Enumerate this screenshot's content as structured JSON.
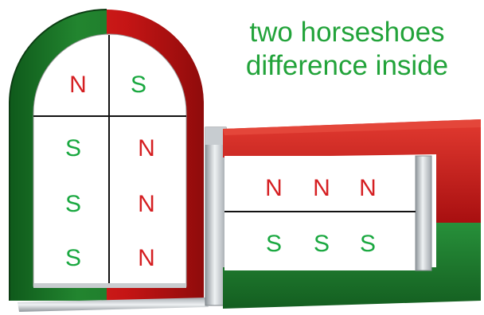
{
  "caption": {
    "line1": "two horseshoes",
    "line2": "difference inside"
  },
  "colors": {
    "north": "#d51f22",
    "south": "#1aa840",
    "magnet_red": "#cc1818",
    "magnet_green": "#1e7a2c",
    "caption_green": "#22a33a"
  },
  "vertical_magnet": {
    "top_row": [
      "N",
      "S"
    ],
    "left_column": [
      "S",
      "S",
      "S"
    ],
    "right_column": [
      "N",
      "N",
      "N"
    ]
  },
  "horizontal_magnet": {
    "top_row": [
      "N",
      "N",
      "N"
    ],
    "bottom_row": [
      "S",
      "S",
      "S"
    ]
  }
}
